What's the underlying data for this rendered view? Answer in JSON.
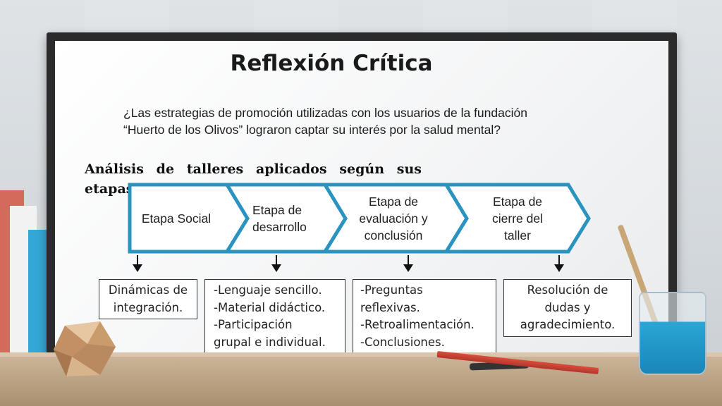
{
  "slide": {
    "title": "Reflexión Crítica",
    "question_lines": [
      "¿Las estrategias de promoción utilizadas con los usuarios de la fundación",
      "“Huerto de los Olivos” lograron captar su interés por la salud mental?"
    ],
    "analysis_lines": [
      "Análisis de talleres aplicados según sus",
      "etapas:"
    ]
  },
  "stages": [
    {
      "label_lines": [
        "Etapa Social"
      ]
    },
    {
      "label_lines": [
        "Etapa de",
        "desarrollo"
      ]
    },
    {
      "label_lines": [
        "Etapa de",
        "evaluación y",
        "conclusión"
      ]
    },
    {
      "label_lines": [
        "Etapa de",
        "cierre del",
        "taller"
      ]
    }
  ],
  "details": [
    {
      "lines": [
        "Dinámicas de",
        "integración."
      ]
    },
    {
      "lines": [
        "-Lenguaje sencillo.",
        "-Material didáctico.",
        "-Participación",
        "grupal e individual."
      ]
    },
    {
      "lines": [
        "-Preguntas",
        "reflexivas.",
        "-Retroalimentación.",
        "-Conclusiones."
      ]
    },
    {
      "lines": [
        "Resolución de",
        "dudas y",
        "agradecimiento."
      ]
    }
  ],
  "colors": {
    "chevron_border": "#2a93bf",
    "chevron_fill": "#ffffff",
    "text": "#222222"
  },
  "icons": [
    "book-stack",
    "wooden-geometric-ornament",
    "pencil",
    "water-jar-with-brush"
  ]
}
